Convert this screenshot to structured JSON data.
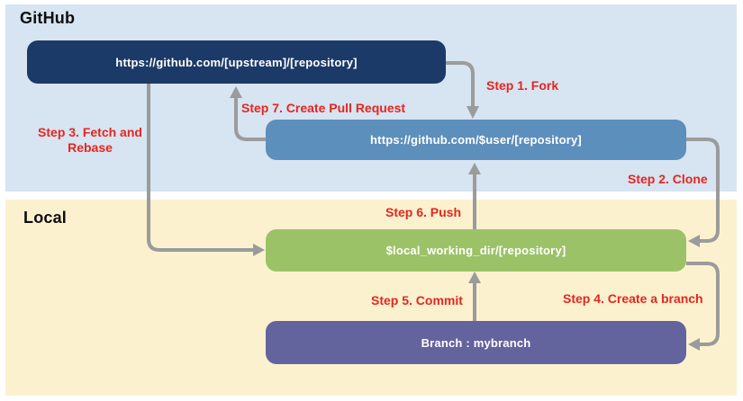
{
  "diagram": {
    "regions": {
      "github": {
        "label": "GitHub",
        "bg": "#D7E4F1"
      },
      "local": {
        "label": "Local",
        "bg": "#FBF1CF"
      }
    },
    "nodes": [
      {
        "id": "upstream-repo",
        "label": "https://github.com/[upstream]/[repository]",
        "color": "#1C3A67"
      },
      {
        "id": "user-fork",
        "label": "https://github.com/$user/[repository]",
        "color": "#5D8FBC"
      },
      {
        "id": "local-working-dir",
        "label": "$local_working_dir/[repository]",
        "color": "#9CC268"
      },
      {
        "id": "branch",
        "label": "Branch : mybranch",
        "color": "#63639E"
      }
    ],
    "steps": [
      {
        "id": "step-1",
        "label": "Step 1. Fork"
      },
      {
        "id": "step-2",
        "label": "Step 2. Clone"
      },
      {
        "id": "step-3",
        "label": "Step 3. Fetch and Rebase"
      },
      {
        "id": "step-4",
        "label": "Step 4. Create a branch"
      },
      {
        "id": "step-5",
        "label": "Step 5. Commit"
      },
      {
        "id": "step-6",
        "label": "Step 6. Push"
      },
      {
        "id": "step-7",
        "label": "Step 7. Create Pull Request"
      }
    ],
    "colors": {
      "arrow": "#9B9B9B",
      "step_label": "#E5261F",
      "node_text": "#FFFFFF"
    }
  }
}
